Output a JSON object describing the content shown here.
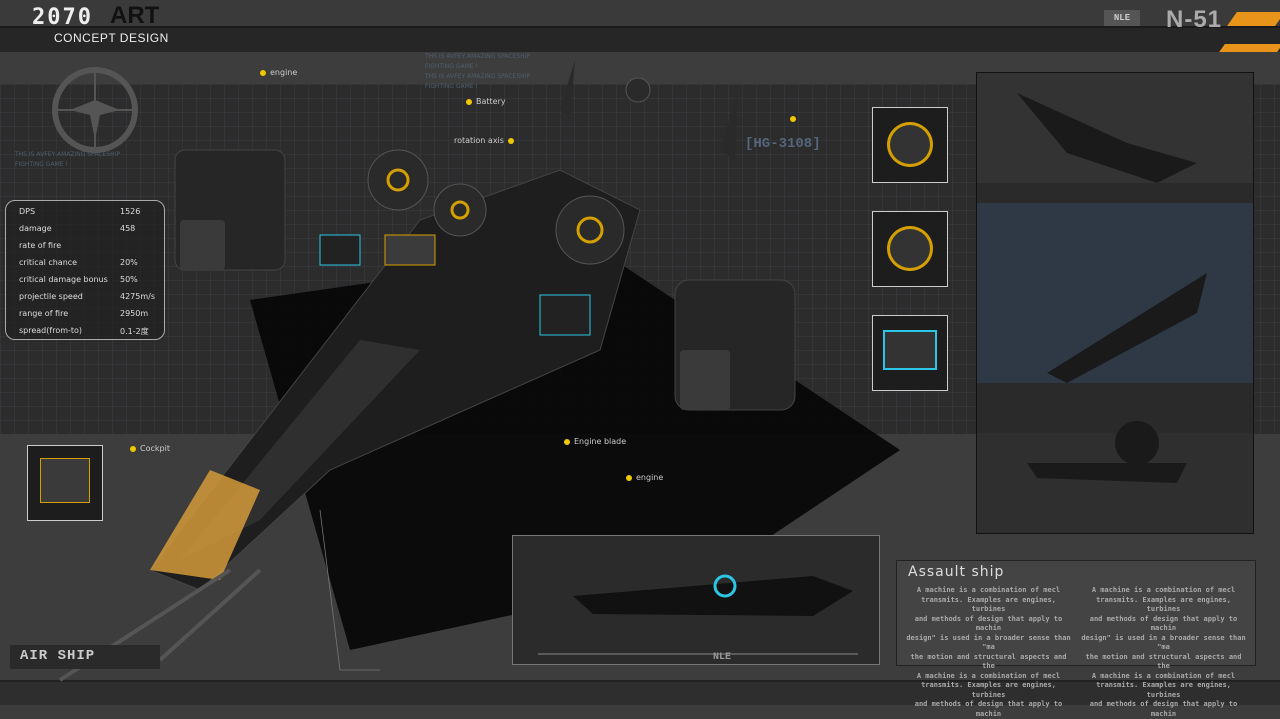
{
  "header": {
    "logo_number": "2070",
    "logo_word": "ART",
    "logo_subtitle": "CONCEPT DESIGN",
    "badge": "NLE",
    "model": "N-51"
  },
  "callouts": {
    "engine_top": "engine",
    "battery": "Battery",
    "rotation_axis": "rotation axis",
    "cockpit": "Cockpit",
    "engine_blade": "Engine blade",
    "engine_bottom": "engine"
  },
  "ghost_text": [
    "THS IS AVFEY AMAZING SPACESHIP",
    "FIGHTING GAME !"
  ],
  "serial": "[HG-3108]",
  "stats": [
    {
      "label": "DPS",
      "value": "1526"
    },
    {
      "label": "damage",
      "value": "458"
    },
    {
      "label": "rate of fire",
      "value": ""
    },
    {
      "label": "critical chance",
      "value": "20%"
    },
    {
      "label": "critical damage bonus",
      "value": "50%"
    },
    {
      "label": "projectile speed",
      "value": "4275m/s"
    },
    {
      "label": "range of fire",
      "value": "2950m"
    },
    {
      "label": "spread(from-to)",
      "value": "0.1-2度"
    }
  ],
  "description": {
    "title": "Assault ship",
    "lines": [
      "A machine is a combination of mecl",
      "transmits. Examples are engines, turbines",
      "and methods of design that apply to machin",
      "design\" is used in a broader sense than \"ma",
      "the motion and structural aspects and the",
      "A machine is a combination of mecl",
      "transmits. Examples are engines, turbines",
      "and methods of design that apply to machin"
    ]
  },
  "bottom_panel_label": "NLE",
  "footer_label": "AIR SHIP",
  "colors": {
    "accent": "#e8941a",
    "callout_dot": "#f0c800",
    "glow": "#2bc6e6"
  }
}
